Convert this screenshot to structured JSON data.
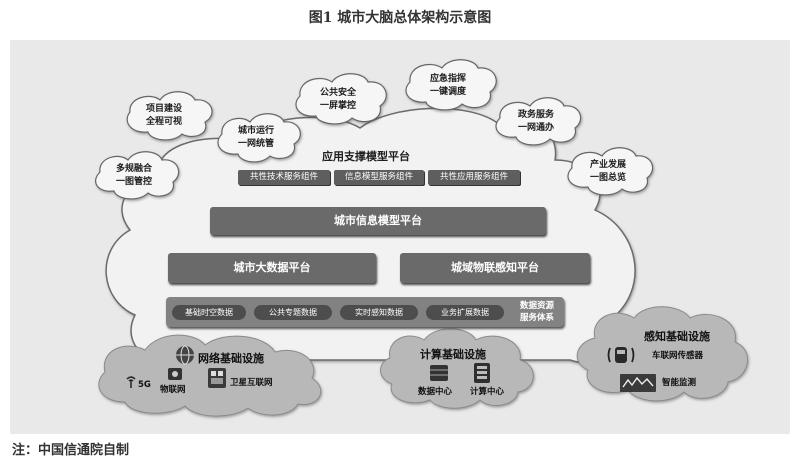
{
  "header": {
    "title": "图1  城市大脑总体架构示意图"
  },
  "footer": {
    "note": "注：中国信通院自制"
  },
  "clouds": {
    "project": [
      "项目建设",
      "全程可视"
    ],
    "city_ops": [
      "城市运行",
      "一网统管"
    ],
    "public_safety": [
      "公共安全",
      "一屏掌控"
    ],
    "emergency": [
      "应急指挥",
      "一键调度"
    ],
    "gov_services": [
      "政务服务",
      "一网通办"
    ],
    "multi_plan": [
      "多规融合",
      "一图管控"
    ],
    "industry": [
      "产业发展",
      "一图总览"
    ]
  },
  "platforms": {
    "app_support": {
      "title": "应用支撑模型平台",
      "components": [
        "共性技术服务组件",
        "信息模型服务组件",
        "共性应用服务组件"
      ]
    },
    "city_info_model": "城市信息模型平台",
    "big_data": "城市大数据平台",
    "iot_sensing": "城域物联感知平台",
    "data_resources": {
      "items": [
        "基础时空数据",
        "公共专题数据",
        "实时感知数据",
        "业务扩展数据"
      ],
      "label": [
        "数据资源",
        "服务体系"
      ]
    }
  },
  "infrastructure": {
    "network": {
      "title": "网络基础设施",
      "items": [
        "5G",
        "物联网",
        "卫星互联网"
      ]
    },
    "compute": {
      "title": "计算基础设施",
      "items": [
        "数据中心",
        "计算中心"
      ]
    },
    "sensing": {
      "title": "感知基础设施",
      "items": [
        "车联网传感器",
        "智能监测"
      ]
    }
  },
  "colors": {
    "frame": "#e9e9e9",
    "bar": "#6a6a6a",
    "component": "#5e5e5e",
    "cloud_fill": "#f4f4f4",
    "infra_cloud": "#b3b3b3"
  }
}
